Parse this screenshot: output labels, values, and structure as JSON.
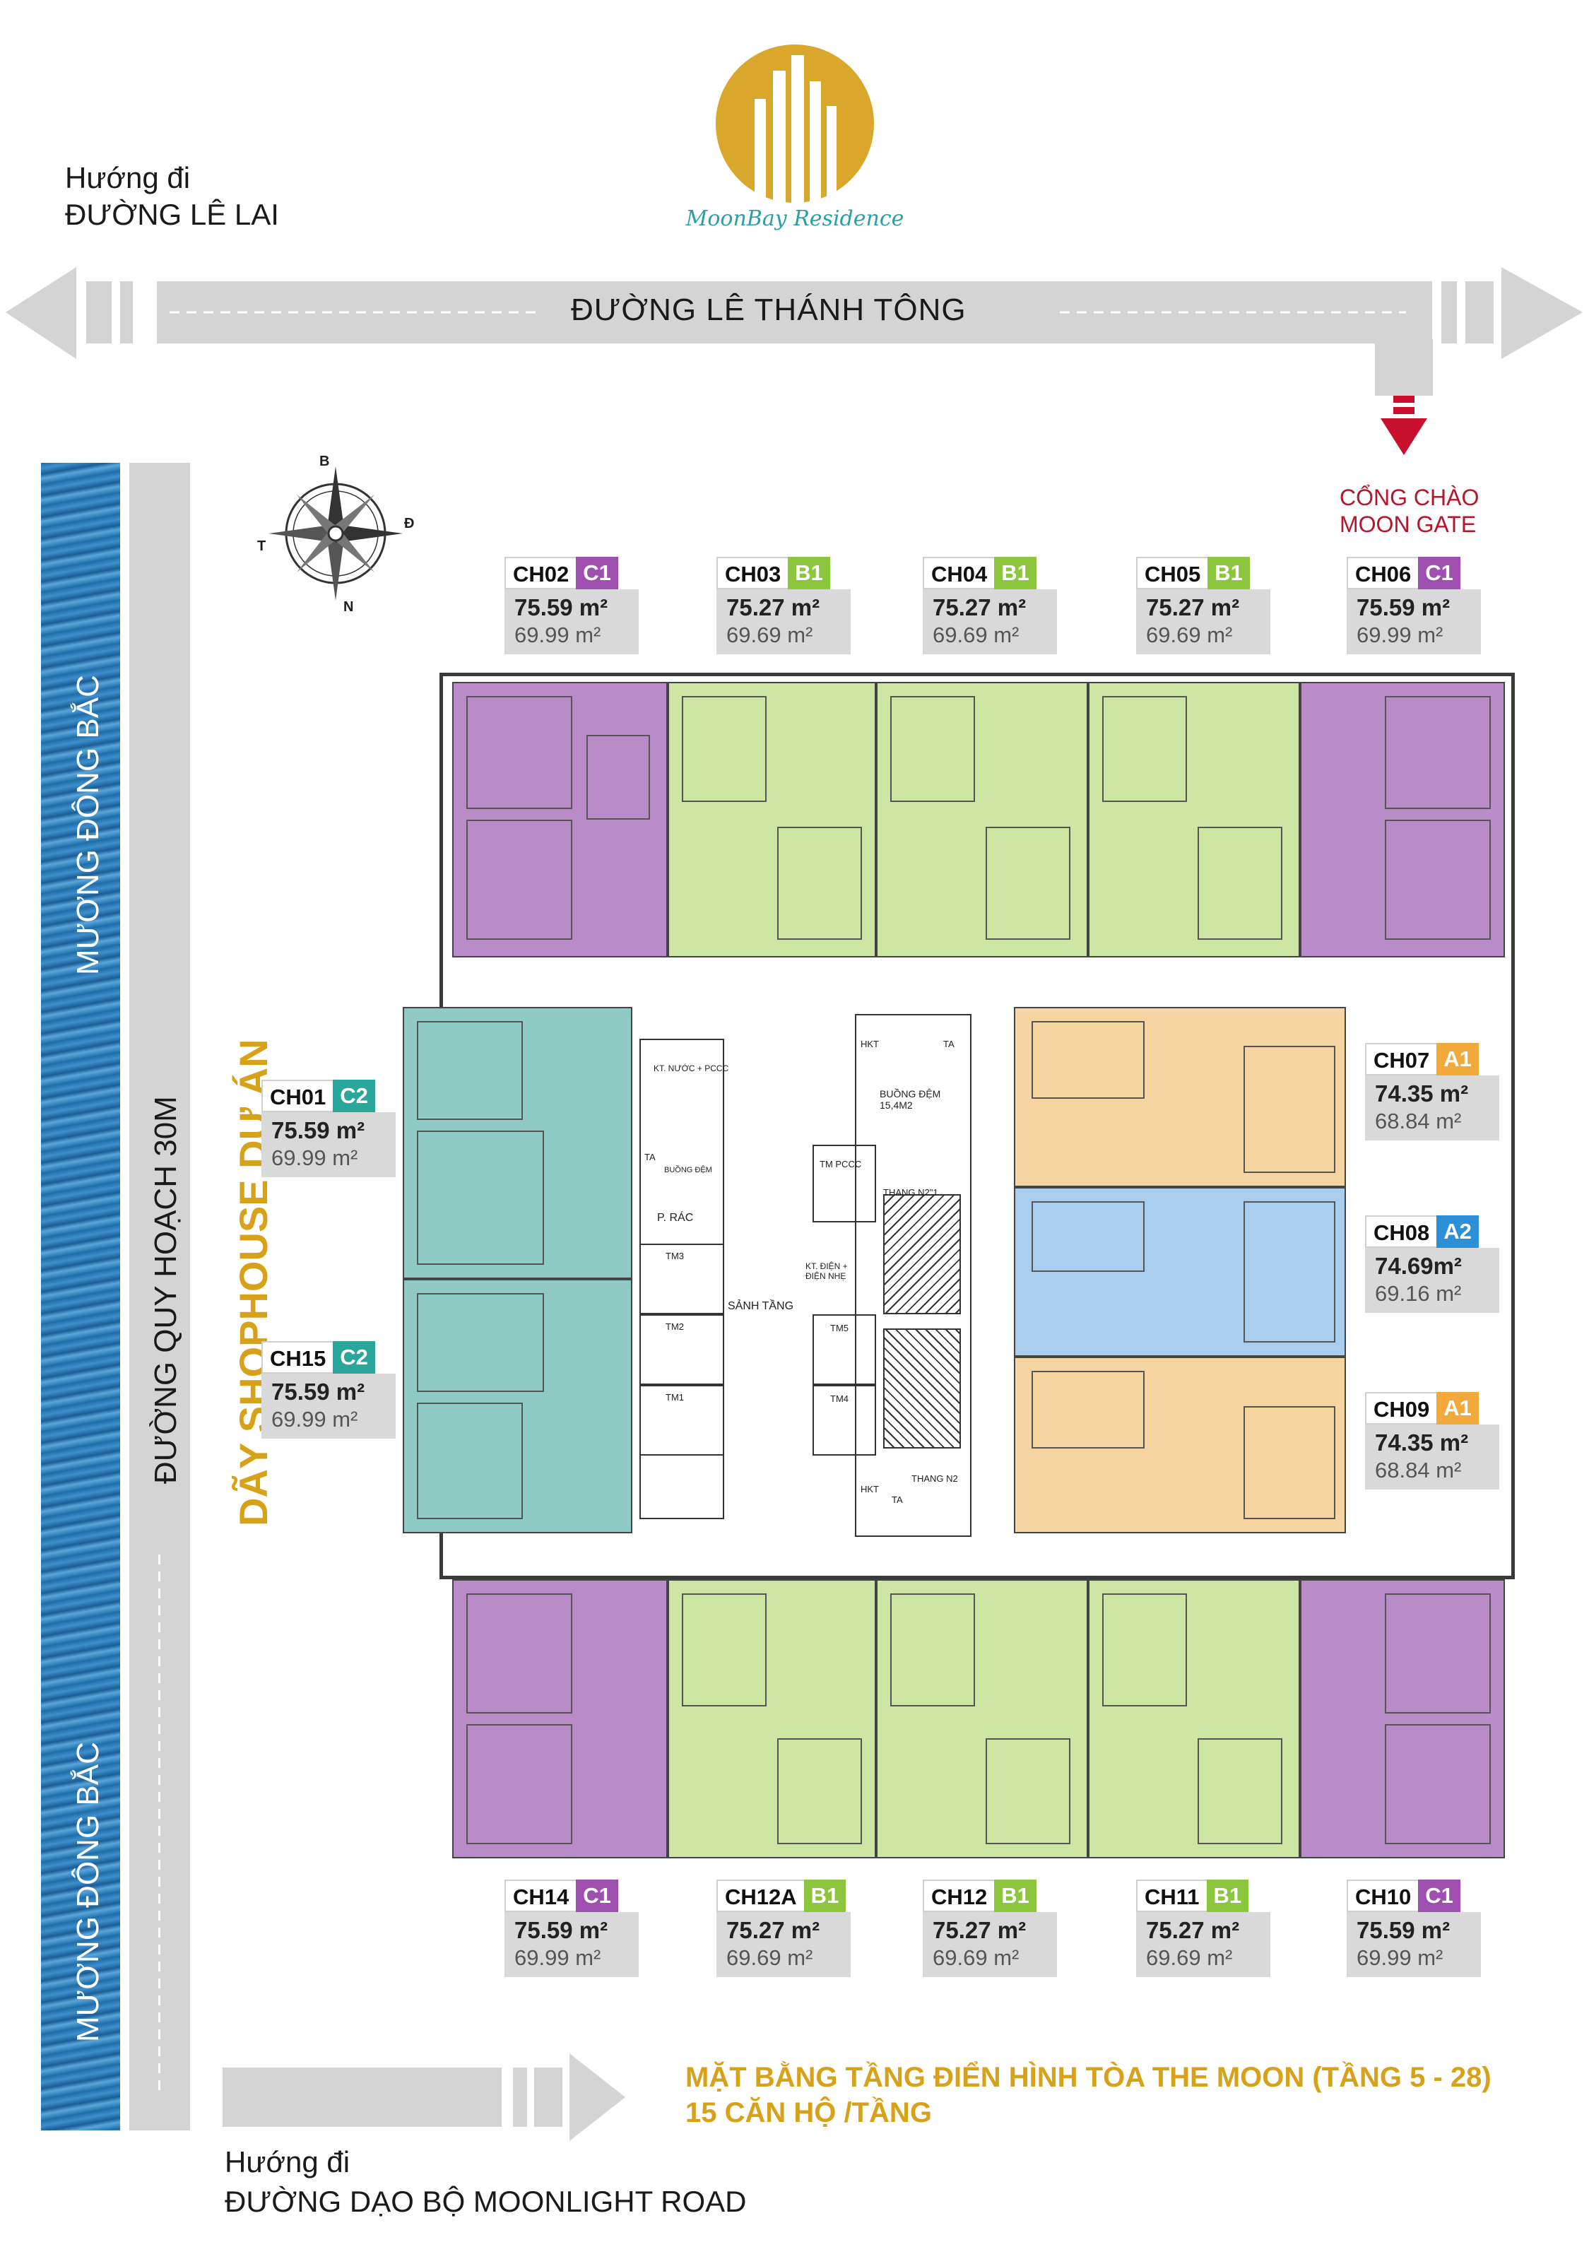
{
  "logo": {
    "name": "MoonBay Residence",
    "colors": {
      "gold": "#d9a72b",
      "teal": "#2aa0a6"
    }
  },
  "directions": {
    "top_left_line1": "Hướng đi",
    "top_left_line2": "ĐƯỜNG LÊ LAI",
    "bottom_line1": "Hướng đi",
    "bottom_line2": "ĐƯỜNG DẠO BỘ MOONLIGHT ROAD"
  },
  "roads": {
    "top": "ĐƯỜNG LÊ THÁNH TÔNG",
    "left_planned": "ĐƯỜNG QUY HOẠCH 30M",
    "canal_upper": "MƯƠNG ĐÔNG BẮC",
    "canal_lower": "MƯƠNG ĐÔNG BẮC",
    "shophouse": "DÃY SHOPHOUSE DỰ ÁN"
  },
  "gate": {
    "line1": "CỔNG CHÀO",
    "line2": "MOON GATE"
  },
  "compass": {
    "n": "B",
    "e": "Đ",
    "s": "N",
    "w": "T"
  },
  "title": {
    "line1": "MẶT BẰNG TẦNG ĐIỂN HÌNH TÒA THE MOON (TẦNG 5 - 28)",
    "line2": "15 CĂN HỘ /TẦNG"
  },
  "colors": {
    "C1": "#9f4fb0",
    "B1": "#8cc63f",
    "A1": "#f2a93b",
    "A2": "#2d8fd5",
    "C2": "#2aa69a",
    "fill_C1": "#b98bc9",
    "fill_B1": "#cde6a3",
    "fill_A1": "#f7d5a2",
    "fill_A2": "#a8cdef",
    "fill_C2": "#8fcac4",
    "road": "#d4d4d4",
    "water": "#2f7fb8"
  },
  "units": {
    "ch02": {
      "id": "CH02",
      "type": "C1",
      "area1": "75.59 m²",
      "area2": "69.99 m²"
    },
    "ch03": {
      "id": "CH03",
      "type": "B1",
      "area1": "75.27 m²",
      "area2": "69.69 m²"
    },
    "ch04": {
      "id": "CH04",
      "type": "B1",
      "area1": "75.27 m²",
      "area2": "69.69 m²"
    },
    "ch05": {
      "id": "CH05",
      "type": "B1",
      "area1": "75.27 m²",
      "area2": "69.69 m²"
    },
    "ch06": {
      "id": "CH06",
      "type": "C1",
      "area1": "75.59 m²",
      "area2": "69.99 m²"
    },
    "ch07": {
      "id": "CH07",
      "type": "A1",
      "area1": "74.35 m²",
      "area2": "68.84 m²"
    },
    "ch08": {
      "id": "CH08",
      "type": "A2",
      "area1": "74.69m²",
      "area2": "69.16 m²"
    },
    "ch09": {
      "id": "CH09",
      "type": "A1",
      "area1": "74.35 m²",
      "area2": "68.84 m²"
    },
    "ch01": {
      "id": "CH01",
      "type": "C2",
      "area1": "75.59 m²",
      "area2": "69.99 m²"
    },
    "ch15": {
      "id": "CH15",
      "type": "C2",
      "area1": "75.59 m²",
      "area2": "69.99 m²"
    },
    "ch14": {
      "id": "CH14",
      "type": "C1",
      "area1": "75.59 m²",
      "area2": "69.99 m²"
    },
    "ch12a": {
      "id": "CH12A",
      "type": "B1",
      "area1": "75.27 m²",
      "area2": "69.69 m²"
    },
    "ch12": {
      "id": "CH12",
      "type": "B1",
      "area1": "75.27 m²",
      "area2": "69.69 m²"
    },
    "ch11": {
      "id": "CH11",
      "type": "B1",
      "area1": "75.27 m²",
      "area2": "69.69 m²"
    },
    "ch10": {
      "id": "CH10",
      "type": "C1",
      "area1": "75.59 m²",
      "area2": "69.99 m²"
    }
  },
  "core": {
    "water_room": "KT. NƯỚC + PCCC",
    "dong_dem": "BUỒNG ĐỆM",
    "p_rac": "P. RÁC",
    "ta_left": "TA",
    "tm3": "TM3",
    "tm2": "TM2",
    "tm1": "TM1",
    "sanh_tang": "SẢNH TẦNG",
    "kt_dien": "KT. ĐIỆN + ĐIỆN NHẸ",
    "buong_dem_big": "BUỒNG ĐỆM 15,4M2",
    "tm_pccc": "TM PCCC",
    "thang_1": "THANG N2\"1",
    "thang_2": "THANG N2",
    "tm5": "TM5",
    "tm4": "TM4",
    "hkt_top": "HKT",
    "hkt_bot": "HKT",
    "ta_top": "TA",
    "ta_bot": "TA"
  }
}
